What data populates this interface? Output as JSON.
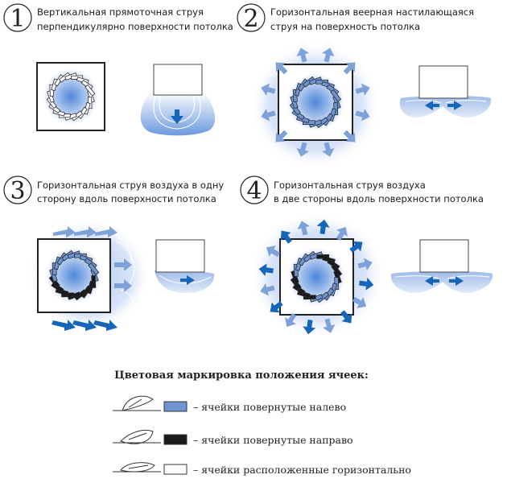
{
  "colors": {
    "blade_left": "#6f94d2",
    "blade_right": "#1a1a1a",
    "blade_horizontal": "#ffffff",
    "arrow_light": "#7ea1d8",
    "arrow_dark": "#1565b8",
    "stroke": "#222222"
  },
  "panels": [
    {
      "number": "1",
      "caption_line1": "Вертикальная прямоточная струя",
      "caption_line2": "перпендикулярно поверхности потолка"
    },
    {
      "number": "2",
      "caption_line1": "Горизонтальная веерная настилающаяся",
      "caption_line2": "струя на поверхность потолка"
    },
    {
      "number": "3",
      "caption_line1": "Горизонтальная струя воздуха в одну",
      "caption_line2": "сторону вдоль поверхности потолка"
    },
    {
      "number": "4",
      "caption_line1": "Горизонтальная струя воздуха",
      "caption_line2": "в две стороны вдоль поверхности потолка"
    }
  ],
  "legend": {
    "title": "Цветовая маркировка положения ячеек:",
    "items": [
      {
        "label": "– ячейки повернутые налево",
        "swatch": "#6f94d2"
      },
      {
        "label": "– ячейки повернутые направо",
        "swatch": "#1a1a1a"
      },
      {
        "label": "– ячейки расположенные горизонтально",
        "swatch": "#ffffff"
      }
    ]
  }
}
